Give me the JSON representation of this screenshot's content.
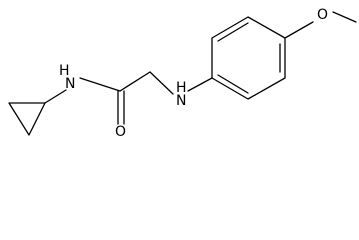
{
  "diagram": {
    "type": "chemical-structure",
    "colors": {
      "bond": "#000000",
      "background": "#ffffff"
    },
    "atoms": {
      "amide_n": "N",
      "amide_h": "H",
      "carbonyl_o": "O",
      "amine_n": "N",
      "amine_h": "H",
      "ether_o": "O"
    }
  }
}
